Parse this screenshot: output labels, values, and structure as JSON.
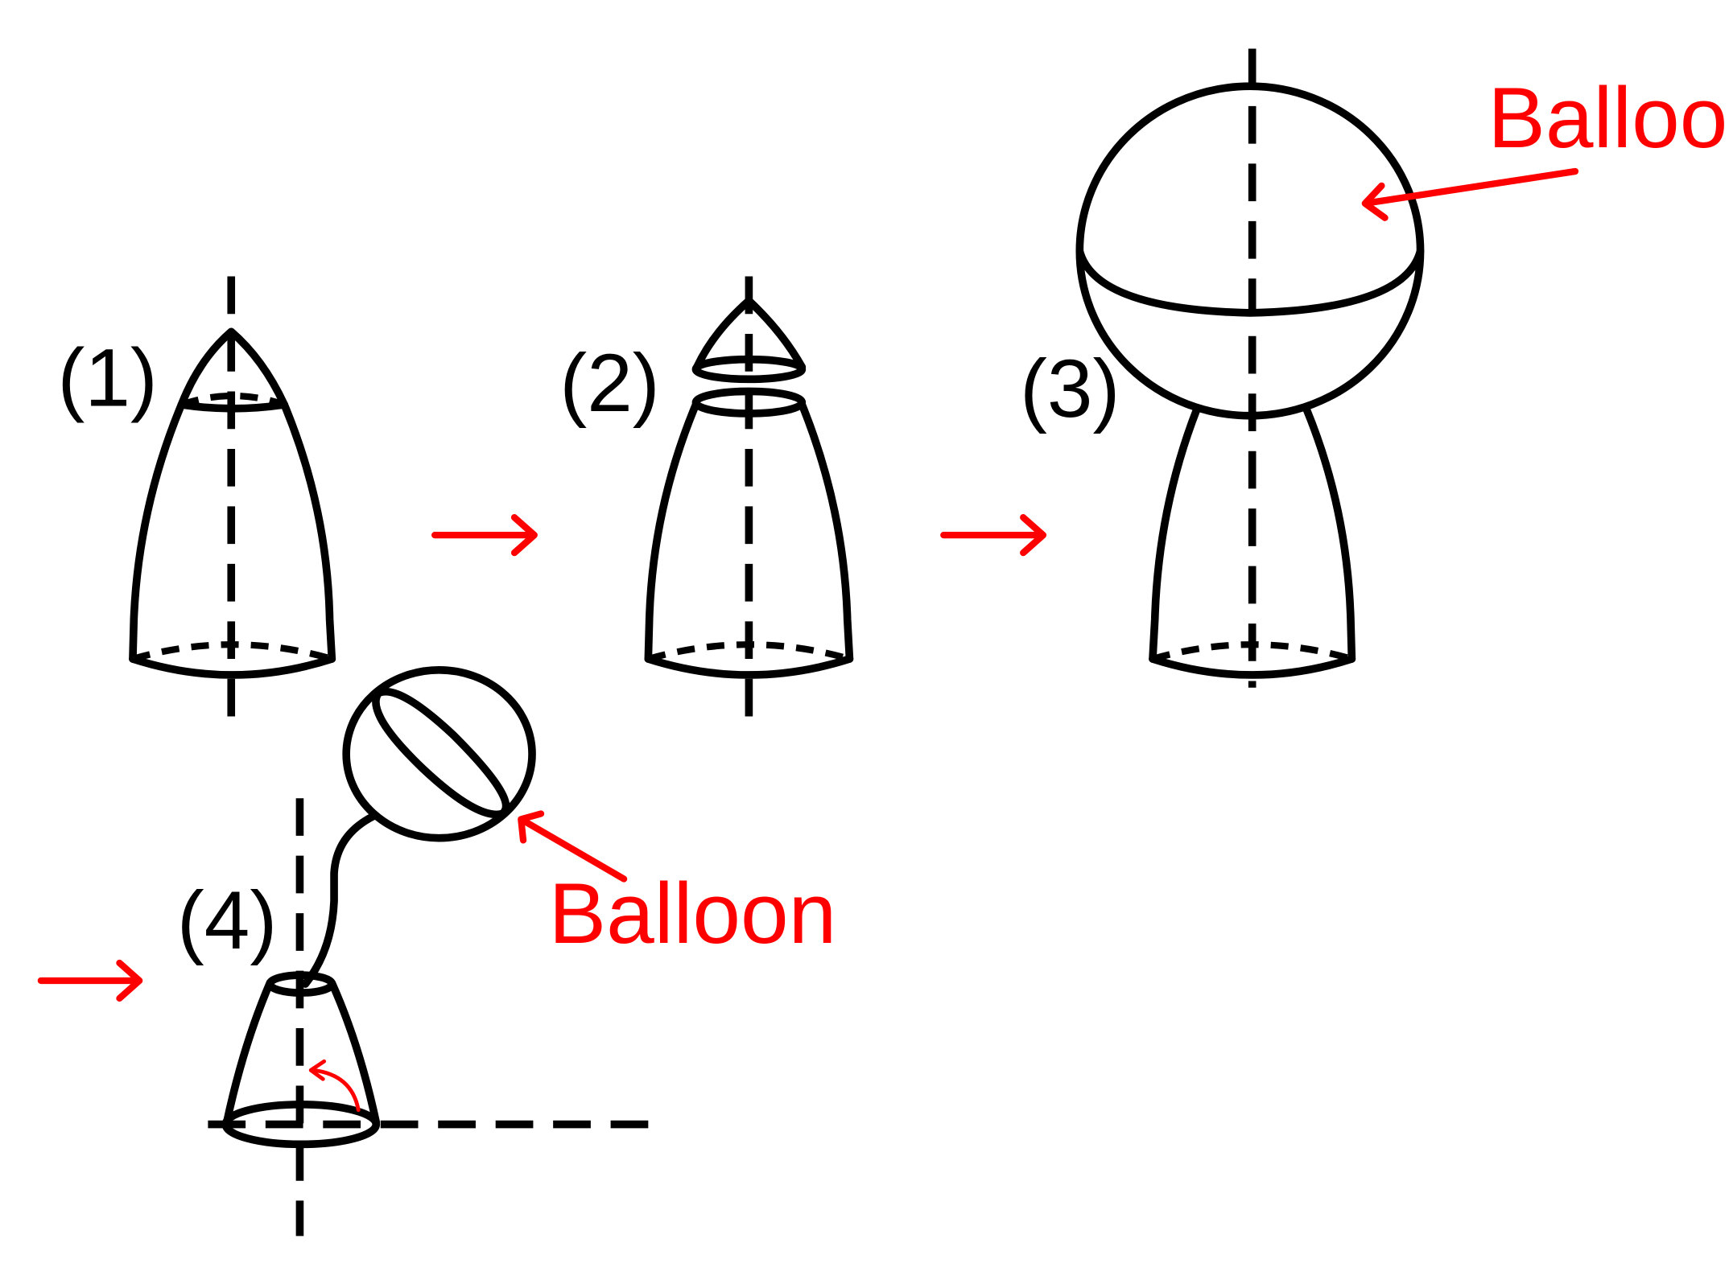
{
  "steps": [
    {
      "label": "(1)"
    },
    {
      "label": "(2)"
    },
    {
      "label": "(3)"
    },
    {
      "label": "(4)"
    }
  ],
  "callouts": {
    "balloon_top": "Balloon",
    "balloon_bottom": "Balloon"
  },
  "colors": {
    "accent": "#ff0000",
    "ink": "#000000",
    "background": "#ffffff"
  }
}
